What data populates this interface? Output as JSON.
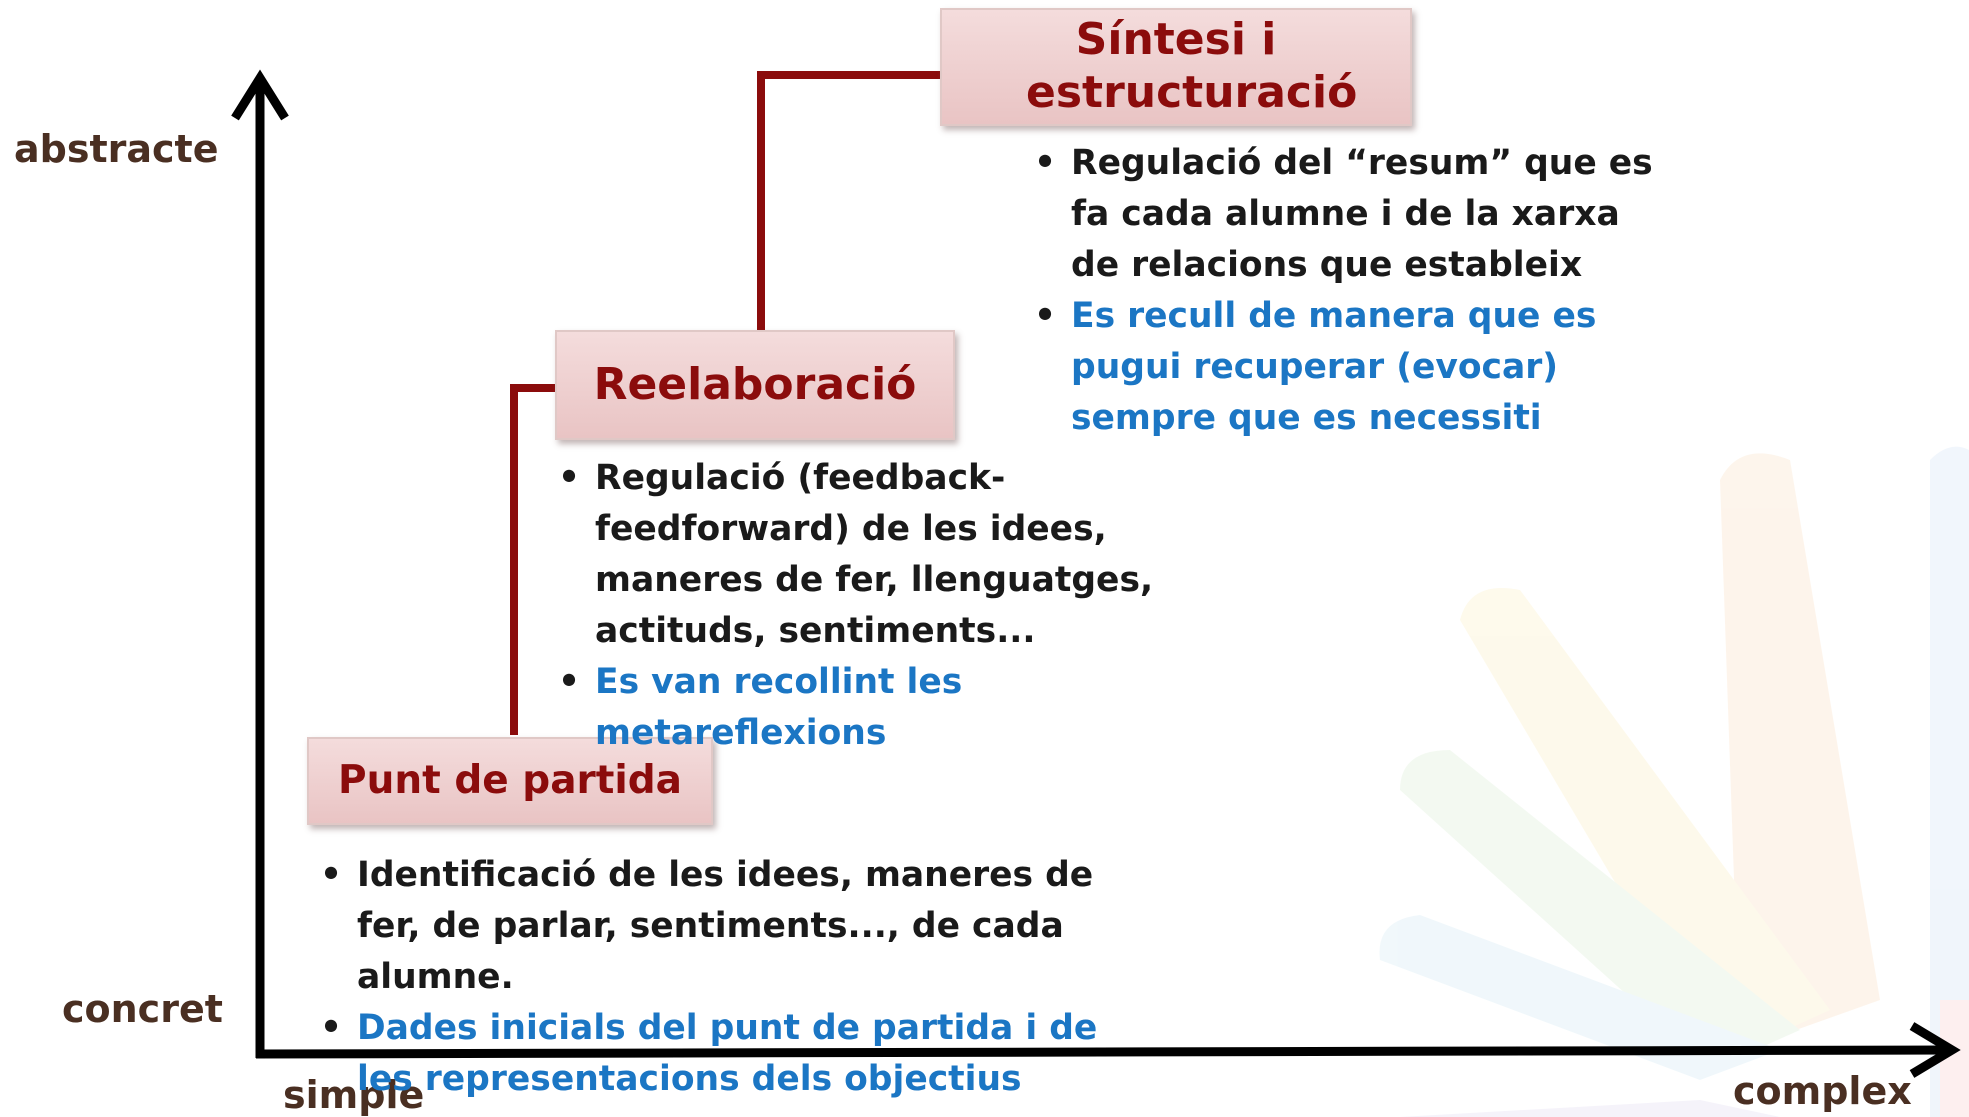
{
  "axes": {
    "y_top": "abstracte",
    "y_bottom": "concret",
    "x_left": "simple",
    "x_right": "complex"
  },
  "colors": {
    "axis": "#000000",
    "connector": "#8b0c0c",
    "stage_title": "#8b0c0c",
    "stage_fill": "#f0d3d3",
    "bullet_black": "#1a1a1a",
    "bullet_blue": "#1b76c4"
  },
  "stages": [
    {
      "title": "Punt de partida",
      "bullets": [
        {
          "text": "Identificació de les idees, maneres de fer, de parlar, sentiments..., de cada alumne.",
          "color": "black"
        },
        {
          "text": "Dades inicials del punt de partida i de les representacions dels objectius",
          "color": "blue"
        }
      ]
    },
    {
      "title": "Reelaboració",
      "bullets": [
        {
          "text": "Regulació (feedback-feedforward) de les idees, maneres de fer, llenguatges, actituds, sentiments...",
          "color": "black"
        },
        {
          "text": "Es van recollint les metareflexions",
          "color": "blue"
        }
      ]
    },
    {
      "title": "Síntesi i estructuració",
      "bullets": [
        {
          "text": "Regulació del “resum” que es fa cada alumne i de la xarxa de relacions que estableix",
          "color": "black"
        },
        {
          "text": "Es recull de manera que es pugui recuperar (evocar) sempre que es necessiti",
          "color": "blue"
        }
      ]
    }
  ]
}
